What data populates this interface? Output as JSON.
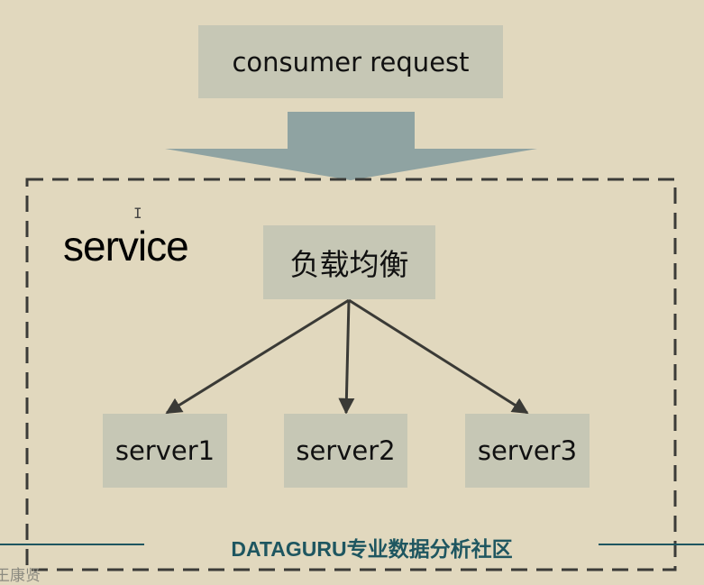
{
  "diagram": {
    "request_label": "consumer request",
    "service_label": "service",
    "load_balancer_label": "负载均衡",
    "servers": [
      "server1",
      "server2",
      "server3"
    ]
  },
  "footer": {
    "brand_text": "DATAGURU专业数据分析社区",
    "author_text": "王康贤"
  },
  "colors": {
    "background": "#e1d8be",
    "box_fill": "#c6c7b5",
    "big_arrow": "#8fa3a2",
    "connector": "#3a3a36",
    "footer_text": "#1e5660"
  },
  "icons": {
    "cursor": "text-cursor-icon"
  }
}
